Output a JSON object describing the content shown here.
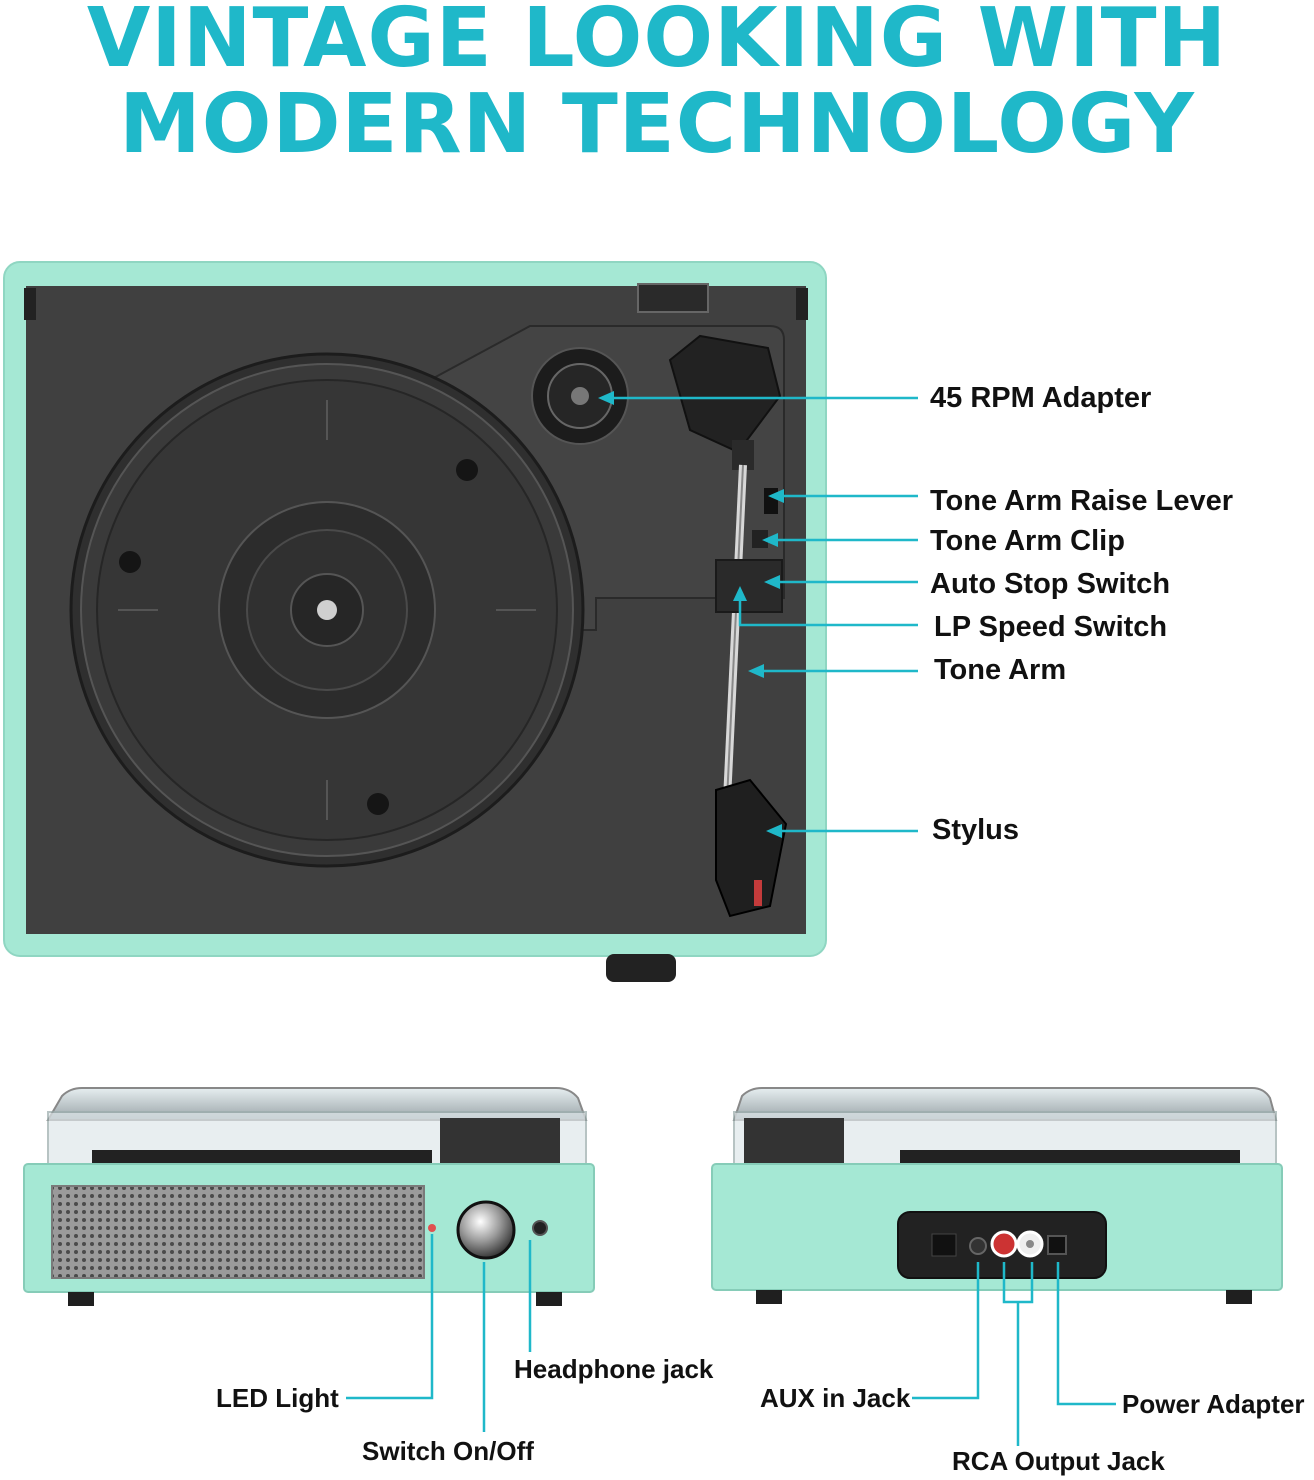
{
  "headline": {
    "line1": "VINTAGE LOOKING WITH",
    "line2": "MODERN TECHNOLOGY"
  },
  "top_view_labels": {
    "adapter": "45 RPM Adapter",
    "raise_lever": "Tone Arm Raise Lever",
    "arm_clip": "Tone Arm Clip",
    "auto_stop": "Auto Stop Switch",
    "speed_switch": "LP Speed Switch",
    "tone_arm": "Tone Arm",
    "stylus": "Stylus"
  },
  "front_view_labels": {
    "led": "LED Light",
    "headphone": "Headphone jack",
    "switch": "Switch On/Off"
  },
  "back_view_labels": {
    "aux": "AUX in Jack",
    "power": "Power Adapter",
    "rca": "RCA Output Jack"
  },
  "colors": {
    "accent": "#1fb8c9",
    "body": "#a5e8d4",
    "plinth": "#3f3f3f"
  }
}
